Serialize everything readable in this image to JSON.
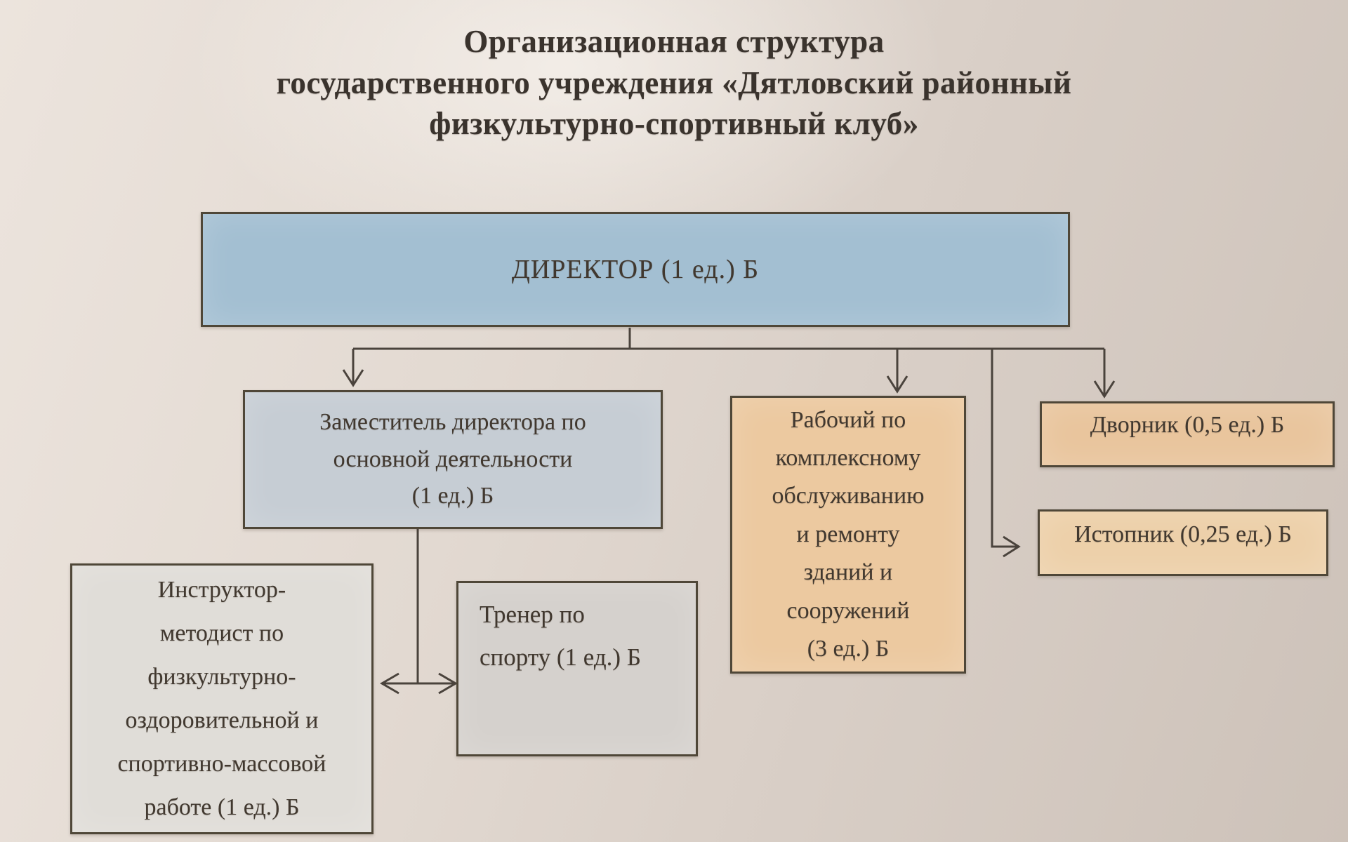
{
  "title": {
    "lines": [
      "Организационная структура",
      "государственного учреждения «Дятловский районный",
      "физкультурно-спортивный клуб»"
    ]
  },
  "nodes": {
    "director": {
      "label": "ДИРЕКТОР (1 ед.) Б",
      "fill": "#a3bfd2"
    },
    "deputy": {
      "lines": [
        "Заместитель директора по",
        "основной деятельности",
        "(1 ед.) Б"
      ],
      "fill": "#c6cdd4"
    },
    "worker": {
      "lines": [
        "Рабочий по",
        "комплексному",
        "обслуживанию",
        "и ремонту",
        "зданий и",
        "сооружений",
        "(3 ед.) Б"
      ],
      "fill": "#ecc9a0"
    },
    "janitor": {
      "label": "Дворник (0,5 ед.) Б",
      "fill": "#e9c59d"
    },
    "stoker": {
      "label": "Истопник (0,25 ед.) Б",
      "fill": "#edd0a9"
    },
    "instructor": {
      "lines": [
        "Инструктор-",
        "методист по",
        "физкультурно-",
        "оздоровительной и",
        "спортивно-массовой",
        "работе (1 ед.) Б"
      ],
      "fill": "#e0ddd8"
    },
    "trainer": {
      "lines": [
        "Тренер по",
        "спорту (1 ед.) Б"
      ],
      "fill": "#d5d1cd"
    }
  },
  "edges": [
    {
      "from": "director",
      "to": "deputy",
      "style": "arrow"
    },
    {
      "from": "director",
      "to": "worker",
      "style": "arrow"
    },
    {
      "from": "director",
      "to": "janitor",
      "style": "arrow"
    },
    {
      "from": "director",
      "to": "stoker",
      "style": "arrow"
    },
    {
      "from": "deputy",
      "to": "instructor",
      "style": "double-arrow"
    },
    {
      "from": "deputy",
      "to": "trainer",
      "style": "double-arrow"
    }
  ],
  "connector_color": "#4a433c"
}
